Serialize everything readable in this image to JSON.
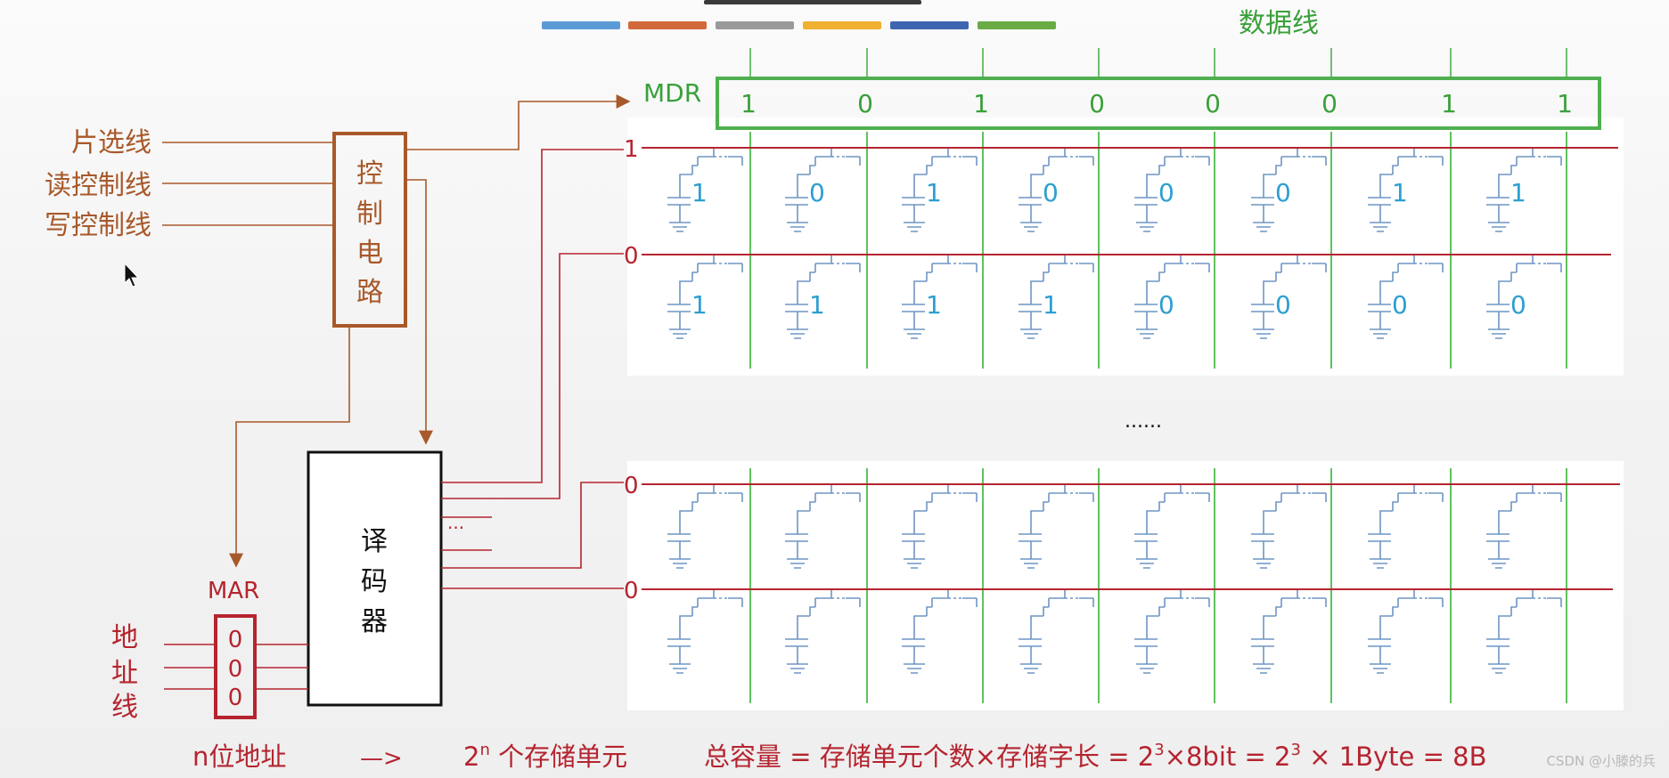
{
  "colors": {
    "orange": "#a8592a",
    "red": "#b5242f",
    "green": "#3aa03a",
    "cell_blue": "#6f95c4",
    "cell_value": "#2d9fd0",
    "top_tabs": [
      "#5b9bd5",
      "#d2693a",
      "#9a9a9a",
      "#f0b030",
      "#3f65b0",
      "#6aab45"
    ]
  },
  "data_line_label": "数据线",
  "mdr": {
    "label": "MDR",
    "bits": [
      "1",
      "0",
      "1",
      "0",
      "0",
      "0",
      "1",
      "1"
    ]
  },
  "control": {
    "inputs": [
      "片选线",
      "读控制线",
      "写控制线"
    ],
    "box_chars": [
      "控",
      "制",
      "电",
      "路"
    ]
  },
  "decoder": {
    "box_chars": [
      "译",
      "码",
      "器"
    ],
    "ellipsis": "···"
  },
  "mar": {
    "label": "MAR",
    "bits": [
      "0",
      "0",
      "0"
    ]
  },
  "address_line_chars": [
    "地",
    "址",
    "线"
  ],
  "word_lines": {
    "top": [
      "1",
      "0"
    ],
    "bottom": [
      "0",
      "0"
    ]
  },
  "cell_values": {
    "row1": [
      "1",
      "0",
      "1",
      "0",
      "0",
      "0",
      "1",
      "1"
    ],
    "row2": [
      "1",
      "1",
      "1",
      "1",
      "0",
      "0",
      "0",
      "0"
    ]
  },
  "ellipsis": "......",
  "footer": {
    "n_address": "n位地址",
    "arrow": "—>",
    "units_base": "2",
    "units_sup": "n",
    "units_text": " 个存储单元",
    "capacity_pre": "总容量 = 存储单元个数×存储字长 = 2",
    "capacity_sup1": "3",
    "capacity_mid": "×8bit = 2",
    "capacity_sup2": "3",
    "capacity_post": " × 1Byte = 8B"
  },
  "watermark": "CSDN @小滕的兵"
}
